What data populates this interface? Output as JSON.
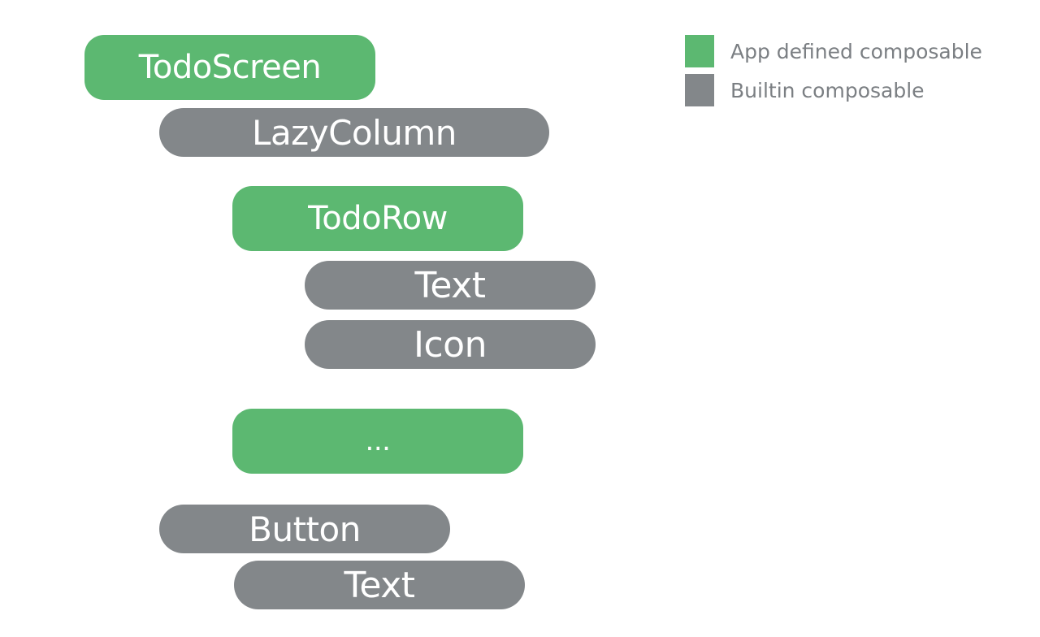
{
  "nodes": {
    "todo_screen": "TodoScreen",
    "lazy_column": "LazyColumn",
    "todo_row": "TodoRow",
    "row_text": "Text",
    "row_icon": "Icon",
    "more": "...",
    "button": "Button",
    "button_text": "Text"
  },
  "legend": {
    "app_label": "App defined composable",
    "builtin_label": "Builtin composable"
  },
  "colors": {
    "app_defined": "#5cb871",
    "builtin": "#83878a",
    "legend_text": "#7b7f83"
  }
}
